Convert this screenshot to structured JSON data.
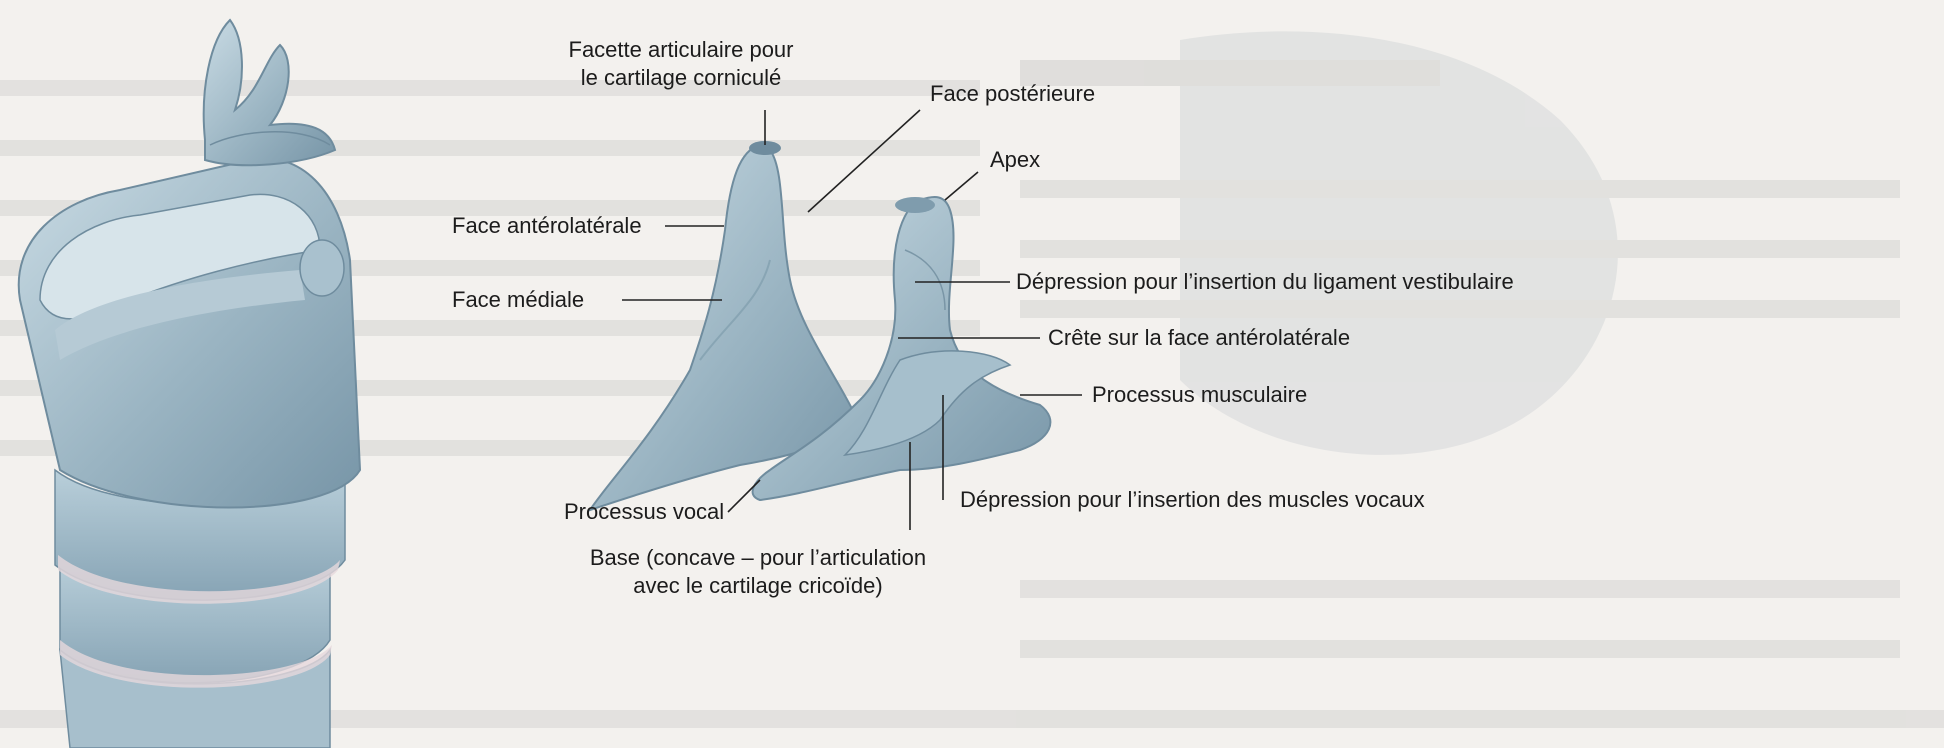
{
  "figure": {
    "labels": {
      "facette_articulaire_l1": "Facette articulaire pour",
      "facette_articulaire_l2": "le cartilage corniculé",
      "face_posterieure": "Face postérieure",
      "apex": "Apex",
      "face_anterolaterale": "Face antérolatérale",
      "face_mediale": "Face médiale",
      "depression_ligament": "Dépression pour l’insertion du ligament vestibulaire",
      "crete": "Crête sur la face antérolatérale",
      "processus_musculaire": "Processus musculaire",
      "processus_vocal": "Processus vocal",
      "depression_muscles": "Dépression pour l’insertion des muscles vocaux",
      "base_l1": "Base (concave – pour l’articulation",
      "base_l2": "avec le cartilage cricoïde)"
    },
    "colors": {
      "cartilage": "#9ab4c2",
      "cartilage_shadow": "#7f9cad",
      "cartilage_light": "#c7d8e1",
      "leader": "#222222",
      "background": "#f3f1ee"
    }
  }
}
